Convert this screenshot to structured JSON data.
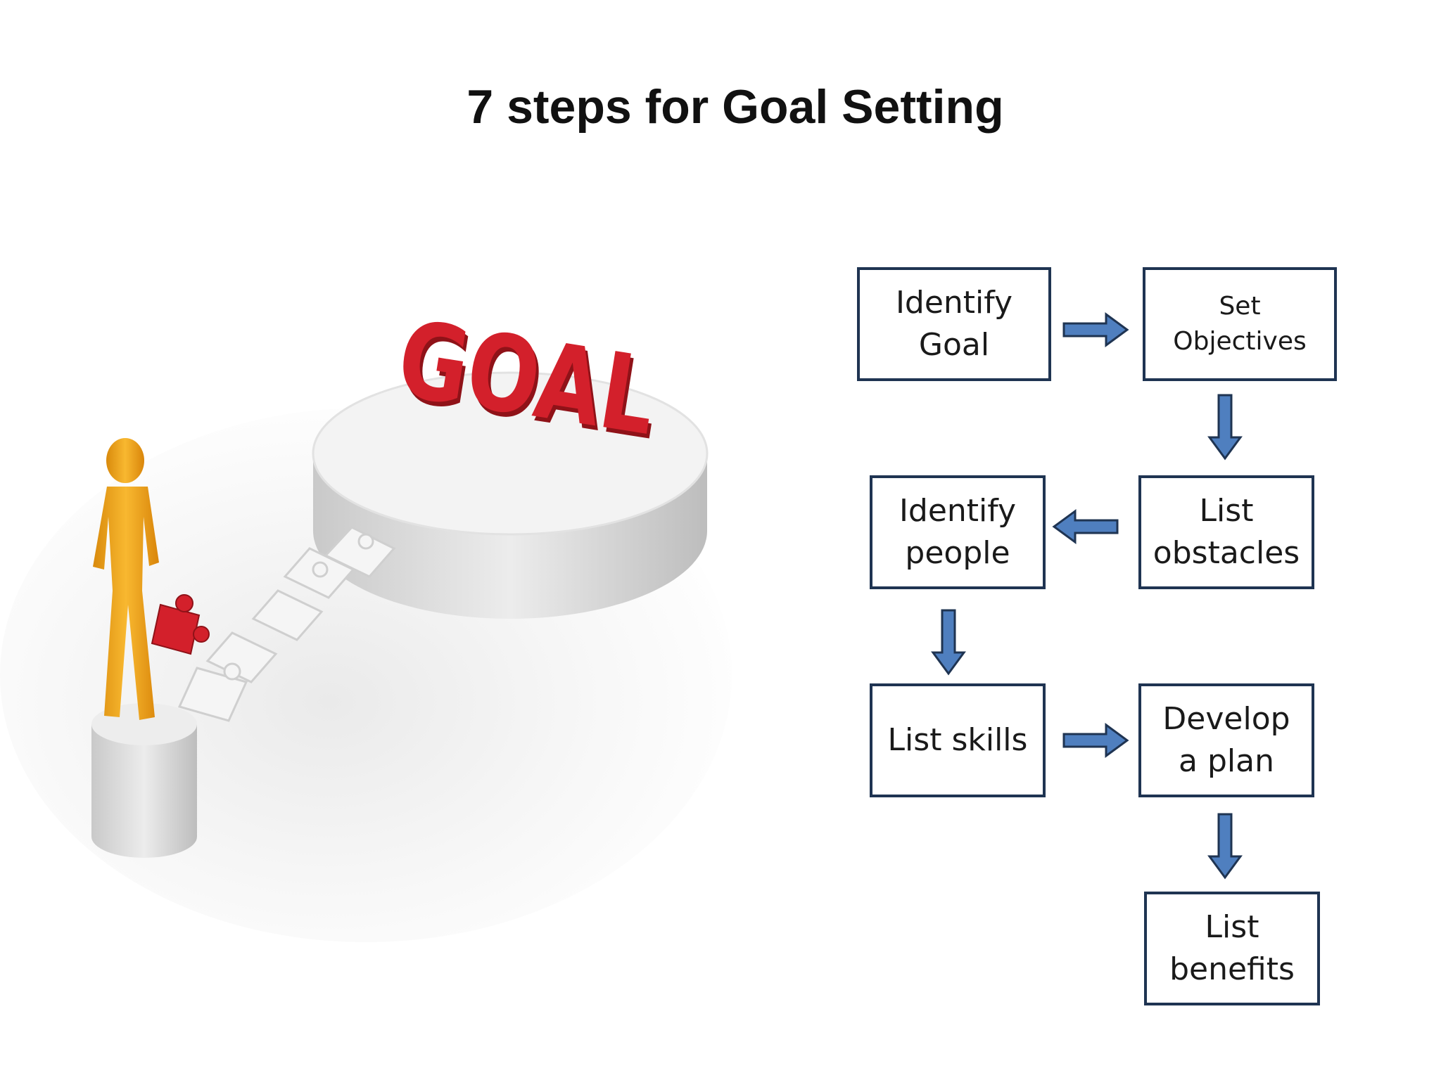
{
  "slide": {
    "title": "7 steps for Goal Setting"
  },
  "illustration": {
    "goal_text": "GOAL",
    "colors": {
      "goal_red": "#d3202b",
      "figure_orange": "#f0a418",
      "pedestal_grey": "#dcdcdc"
    }
  },
  "flow": {
    "steps": [
      {
        "line1": "Identify",
        "line2": "Goal"
      },
      {
        "line1": "Set",
        "line2": "Objectives"
      },
      {
        "line1": "List",
        "line2": "obstacles"
      },
      {
        "line1": "Identify",
        "line2": "people"
      },
      {
        "line1": "List skills"
      },
      {
        "line1": "Develop",
        "line2": "a plan"
      },
      {
        "line1": "List",
        "line2": "benefits"
      }
    ],
    "colors": {
      "box_border": "#1f3452",
      "arrow_fill": "#4f7fbf",
      "arrow_stroke": "#1f3452"
    }
  }
}
